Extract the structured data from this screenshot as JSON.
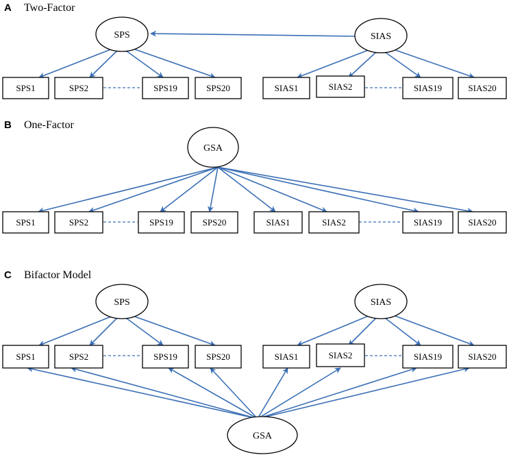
{
  "colors": {
    "arrow": "#3a6fb5",
    "outline": "#000000",
    "background": "#ffffff"
  },
  "panels": {
    "a": {
      "letter": "A",
      "title": "Two-Factor",
      "factors": {
        "sps": "SPS",
        "sias": "SIAS"
      },
      "indicators": [
        "SPS1",
        "SPS2",
        "SPS19",
        "SPS20",
        "SIAS1",
        "SIAS2",
        "SIAS19",
        "SIAS20"
      ]
    },
    "b": {
      "letter": "B",
      "title": "One-Factor",
      "factors": {
        "gsa": "GSA"
      },
      "indicators": [
        "SPS1",
        "SPS2",
        "SPS19",
        "SPS20",
        "SIAS1",
        "SIAS2",
        "SIAS19",
        "SIAS20"
      ]
    },
    "c": {
      "letter": "C",
      "title": "Bifactor Model",
      "factors": {
        "sps": "SPS",
        "sias": "SIAS",
        "gsa": "GSA"
      },
      "indicators": [
        "SPS1",
        "SPS2",
        "SPS19",
        "SPS20",
        "SIAS1",
        "SIAS2",
        "SIAS19",
        "SIAS20"
      ]
    }
  }
}
